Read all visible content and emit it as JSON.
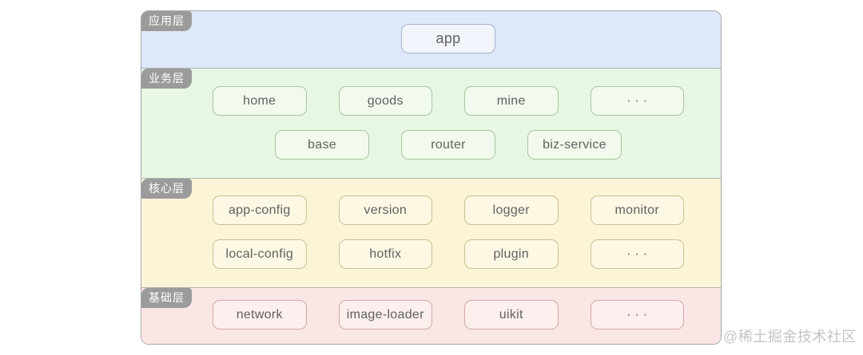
{
  "watermark": "@稀土掘金技术社区",
  "colors": {
    "application_bg": "#dfe8f8",
    "business_bg": "#e7f7e3",
    "core_bg": "#fcf4d6",
    "foundation_bg": "#fae6e5",
    "tag_bg": "#9b9b9b",
    "tag_text": "#ffffff",
    "box_text": "#616161",
    "watermark_text": "#c5c4c4"
  },
  "layers": [
    {
      "label": "应用层",
      "rows": [
        [
          "app"
        ]
      ]
    },
    {
      "label": "业务层",
      "rows": [
        [
          "home",
          "goods",
          "mine",
          "· · ·"
        ],
        [
          "base",
          "router",
          "biz-service"
        ]
      ]
    },
    {
      "label": "核心层",
      "rows": [
        [
          "app-config",
          "version",
          "logger",
          "monitor"
        ],
        [
          "local-config",
          "hotfix",
          "plugin",
          "· · ·"
        ]
      ]
    },
    {
      "label": "基础层",
      "rows": [
        [
          "network",
          "image-loader",
          "uikit",
          "· · ·"
        ]
      ]
    }
  ]
}
